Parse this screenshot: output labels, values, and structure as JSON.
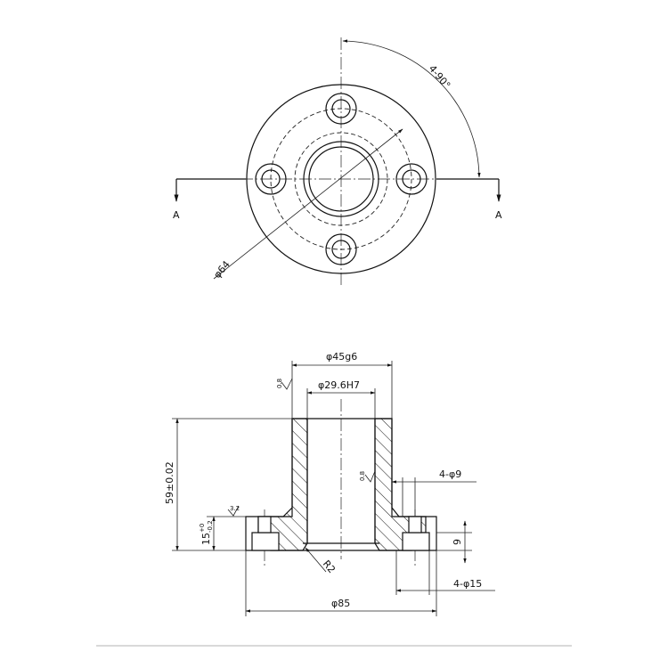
{
  "top_view": {
    "section_label_left": "A",
    "section_label_right": "A",
    "pcd_label": "φ64",
    "angle_label": "4-90°"
  },
  "front_view": {
    "outer_dia_label": "φ45g6",
    "bore_dia_label": "φ29.6H7",
    "height_label": "59±0.02",
    "flange_height_label": "15",
    "flange_tol_upper": "+0",
    "flange_tol_lower": "-0.2",
    "hole_dia_label": "4-φ9",
    "cbore_dia_label": "4-φ15",
    "cbore_depth_label": "9",
    "flange_dia_label": "φ85",
    "fillet_label": "R2",
    "roughness_outer": "0.8",
    "roughness_bore": "0.8",
    "roughness_flange": "3.2"
  }
}
